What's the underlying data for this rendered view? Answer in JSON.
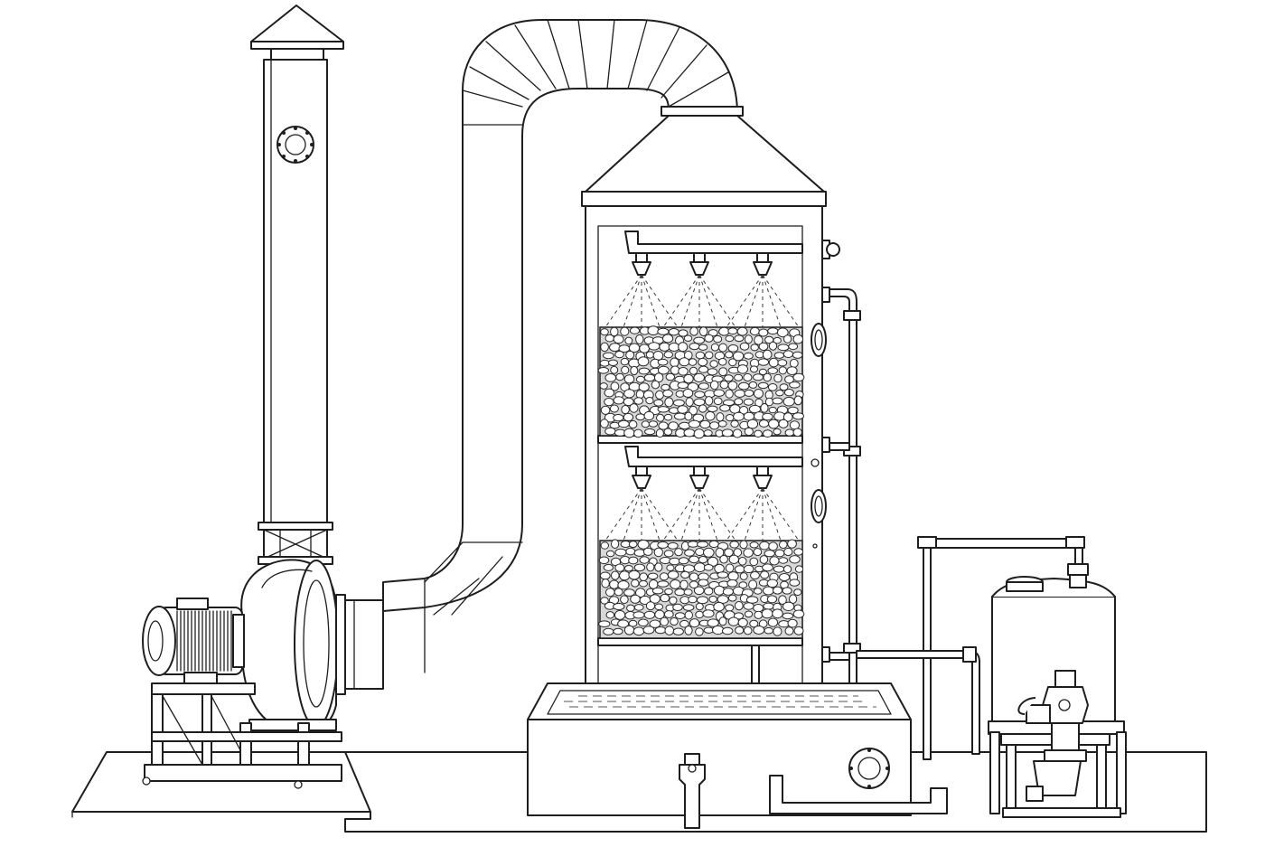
{
  "figure": {
    "kind": "packed-bed wet scrubber line drawing",
    "components": [
      "exhaust-stack",
      "centrifugal-fan",
      "fan-motor",
      "inlet-duct",
      "scrubber-tower",
      "spray-nozzles",
      "packing-bed",
      "water-sump",
      "dosing-tank",
      "circulation-pump",
      "recirculation-piping"
    ],
    "spray_levels": 2,
    "nozzles_per_level": 3,
    "packing_beds": 2,
    "colors": {
      "line": "#1e1e1e",
      "background": "#ffffff",
      "packing": "#d8d8d8"
    }
  }
}
